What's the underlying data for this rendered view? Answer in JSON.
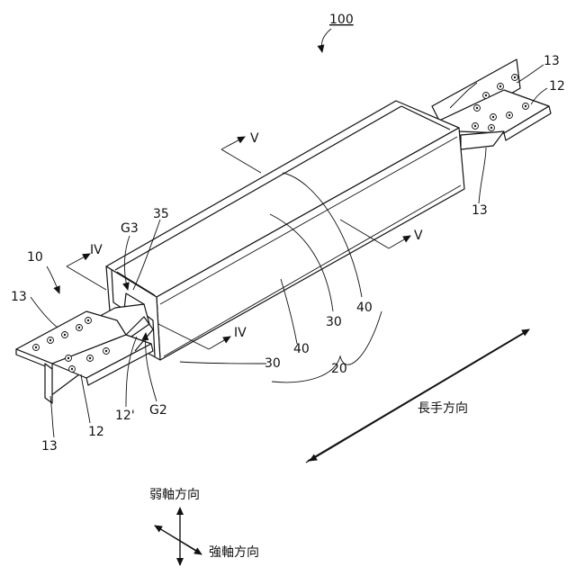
{
  "labels": {
    "ref_100": "100",
    "ref_10": "10",
    "ref_13_left_top": "13",
    "ref_13_left_bottom": "13",
    "ref_13_right_top": "13",
    "ref_13_right_bottom": "13",
    "ref_12_left": "12",
    "ref_12_right": "12",
    "ref_12_prime": "12'",
    "ref_G2": "G2",
    "ref_G3": "G3",
    "ref_35": "35",
    "ref_30_a": "30",
    "ref_30_b": "30",
    "ref_40_a": "40",
    "ref_40_b": "40",
    "ref_20": "20",
    "section_IV_a": "IV",
    "section_IV_b": "IV",
    "section_V_a": "V",
    "section_V_b": "V",
    "longitudinal_direction": "長手方向",
    "weak_axis_direction": "弱軸方向",
    "strong_axis_direction": "強軸方向"
  }
}
